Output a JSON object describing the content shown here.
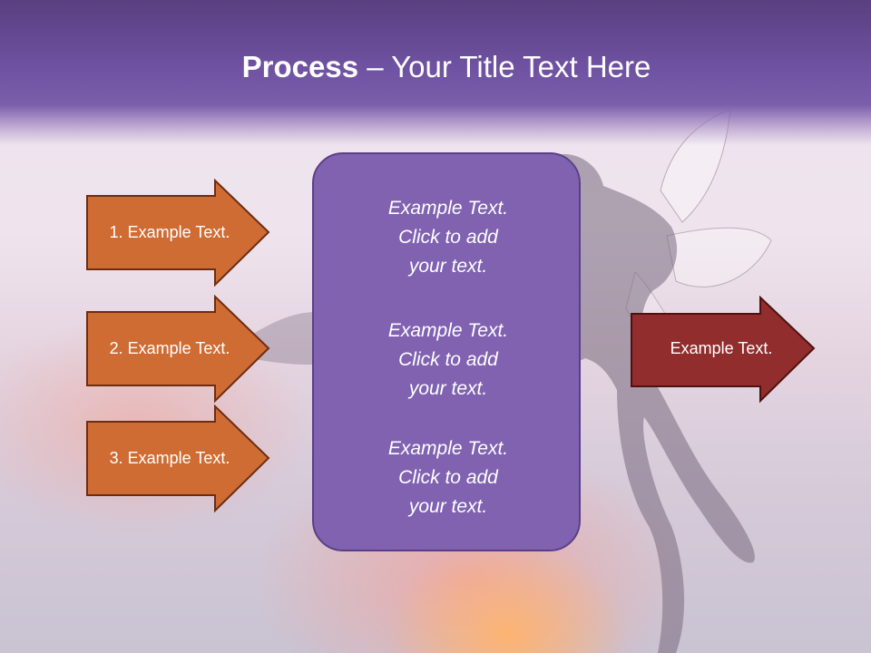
{
  "slide": {
    "title_bold": "Process",
    "title_rest": " – Your Title Text Here"
  },
  "left_arrows": [
    {
      "label": "1. Example Text."
    },
    {
      "label": "2. Example Text."
    },
    {
      "label": "3. Example Text."
    }
  ],
  "center_panel": {
    "blocks": [
      {
        "line1": "Example Text.",
        "line2": "Click  to add",
        "line3": "your text."
      },
      {
        "line1": "Example Text.",
        "line2": "Click  to add",
        "line3": "your text."
      },
      {
        "line1": "Example Text.",
        "line2": "Click  to add",
        "line3": "your text."
      }
    ]
  },
  "right_arrow": {
    "label": "Example Text."
  },
  "colors": {
    "title_bar": "#6e51a0",
    "left_arrow_fill": "#cf6c34",
    "left_arrow_border": "#6d2d12",
    "right_arrow_fill": "#912d2d",
    "right_arrow_border": "#4e1111",
    "panel_fill": "#8062b1",
    "panel_border": "#5b3f86"
  }
}
